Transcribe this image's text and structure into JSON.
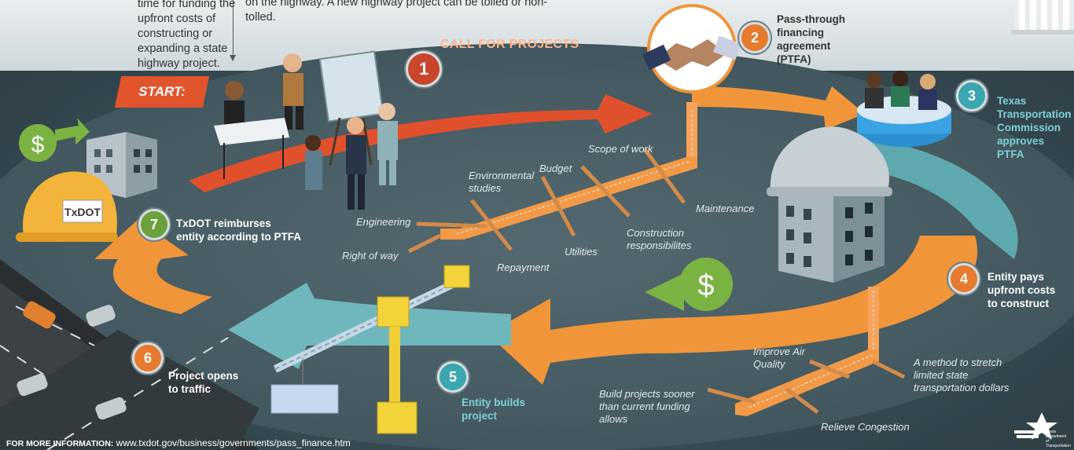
{
  "intro": {
    "left": "time for funding the upfront costs of constructing or expanding a state highway project.",
    "middle": "on the highway.  A new highway project can be tolled or non-tolled."
  },
  "start_label": "START:",
  "call_for_projects": "CALL FOR PROJECTS",
  "steps": [
    {
      "number": "1"
    },
    {
      "number": "2",
      "text": "Pass-through financing agreement (PTFA)"
    },
    {
      "number": "3",
      "text": "Texas Transportation Commission approves PTFA"
    },
    {
      "number": "4",
      "text": "Entity pays upfront costs to construct"
    },
    {
      "number": "5",
      "text": "Entity builds project"
    },
    {
      "number": "6",
      "text": "Project opens to traffic"
    },
    {
      "number": "7",
      "text": "TxDOT reimburses entity according to PTFA"
    }
  ],
  "ptfa_elements": [
    "Scope of work",
    "Budget",
    "Environmental studies",
    "Engineering",
    "Right of way",
    "Repayment",
    "Utilities",
    "Construction responsibilites",
    "Maintenance"
  ],
  "benefits": [
    "Improve Air Quality",
    "A method to stretch limited state transportation dollars",
    "Build projects sooner than current funding allows",
    "Relieve Congestion"
  ],
  "helmet_label": "TxDOT",
  "footer": {
    "label": "FOR MORE INFORMATION:",
    "url": "www.txdot.gov/business/governments/pass_finance.htm"
  },
  "logo": {
    "line1": "Texas",
    "line2": "Department",
    "line3": "of Transportation"
  },
  "colors": {
    "orange": "#f0953a",
    "red": "#d9482a",
    "teal": "#6fc0c8",
    "green": "#7bb342"
  }
}
